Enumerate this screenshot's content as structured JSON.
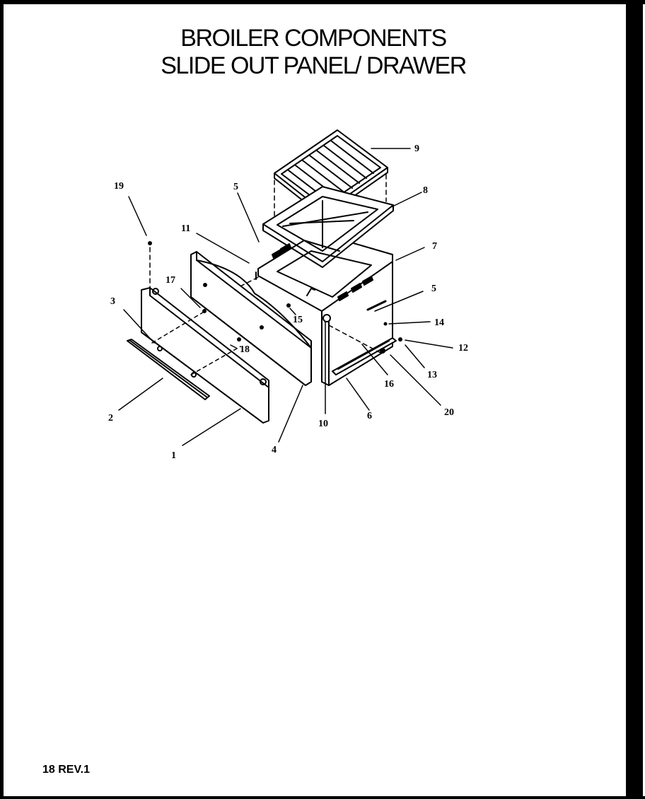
{
  "title": {
    "line1": "BROILER COMPONENTS",
    "line2": "SLIDE OUT PANEL/ DRAWER"
  },
  "footer": "18 REV.1",
  "callouts": {
    "c1": "1",
    "c2": "2",
    "c3": "3",
    "c4": "4",
    "c5a": "5",
    "c5b": "5",
    "c6": "6",
    "c7": "7",
    "c8": "8",
    "c9": "9",
    "c10": "10",
    "c11": "11",
    "c12": "12",
    "c13": "13",
    "c14": "14",
    "c15": "15",
    "c16": "16",
    "c17": "17",
    "c18": "18",
    "c19": "19",
    "c20": "20"
  }
}
